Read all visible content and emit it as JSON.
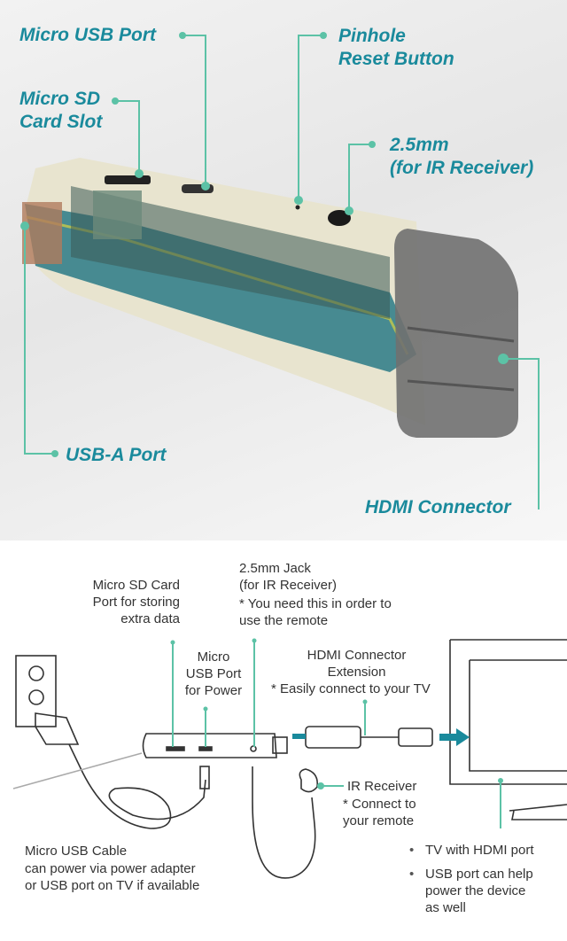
{
  "device_callouts": {
    "micro_usb_port": "Micro USB Port",
    "micro_sd_slot": "Micro SD\nCard Slot",
    "pinhole_reset": "Pinhole\nReset Button",
    "ir_jack": "2.5mm\n(for IR Receiver)",
    "usb_a_port": "USB-A Port",
    "hdmi_connector": "HDMI Connector"
  },
  "setup_diagram": {
    "micro_sd_note": "Micro SD Card\nPort for storing\nextra data",
    "jack_title": "2.5mm Jack\n(for IR Receiver)",
    "jack_note": "* You need this in order to\n  use the remote",
    "micro_usb_power": "Micro\nUSB Port\nfor Power",
    "hdmi_ext_title": "HDMI Connector\nExtension",
    "hdmi_ext_note": "* Easily connect to your TV",
    "ir_receiver_title": "IR Receiver",
    "ir_receiver_note": "* Connect to\n  your remote",
    "cable_title": "Micro USB Cable",
    "cable_note": "can power via power adapter\nor USB port on TV if available",
    "tv_bullets": [
      "TV with HDMI port",
      "USB port can help\npower the device\nas well"
    ]
  },
  "colors": {
    "label": "#1a8a9c",
    "leader": "#5cc2a6"
  }
}
